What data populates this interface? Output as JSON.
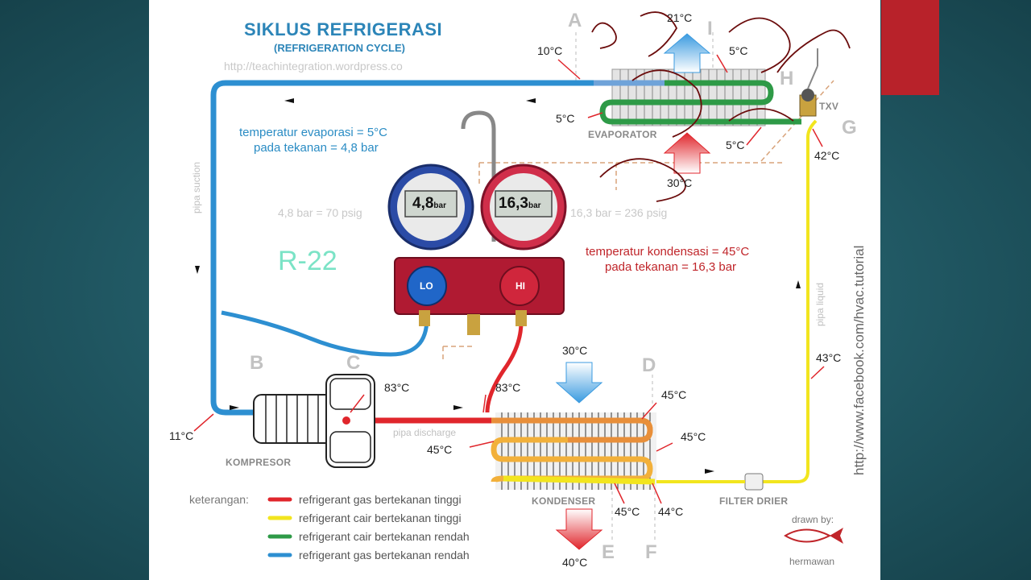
{
  "title": "SIKLUS REFRIGERASI",
  "subtitle": "(REFRIGERATION CYCLE)",
  "source_url": "http://teachintegration.wordpress.co",
  "evaporation_note": {
    "line1": "temperatur evaporasi = 5°C",
    "line2": "pada tekanan = 4,8 bar"
  },
  "condensation_note": {
    "line1": "temperatur kondensasi = 45°C",
    "line2": "pada tekanan = 16,3 bar"
  },
  "pressure_low": "4,8 bar = 70 psig",
  "pressure_high": "16,3 bar = 236 psig",
  "refrigerant": "R-22",
  "gauges": {
    "low_value": "4,8",
    "high_value": "16,3",
    "unit": "bar",
    "low_knob": "LO",
    "high_knob": "HI"
  },
  "points": {
    "A": "A",
    "B": "B",
    "C": "C",
    "D": "D",
    "E": "E",
    "F": "F",
    "G": "G",
    "H": "H",
    "I": "I"
  },
  "temperatures": {
    "air_in_evap": "21°C",
    "air_out_evap": "30°C",
    "evap_outlet": "10°C",
    "evap_inlet": "5°C",
    "evap_top": "5°C",
    "evap_bottom": "5°C",
    "txv_inlet": "42°C",
    "liquid_line": "43°C",
    "suction_comp": "11°C",
    "comp_discharge": "83°C",
    "discharge_line": "83°C",
    "cond_air_in": "30°C",
    "cond_air_out": "40°C",
    "cond_top": "45°C",
    "cond_mid": "45°C",
    "cond_left": "45°C",
    "cond_bottom_left": "45°C",
    "cond_bottom_right": "44°C"
  },
  "components": {
    "evaporator": "EVAPORATOR",
    "txv": "TXV",
    "compressor": "KOMPRESOR",
    "condenser": "KONDENSER",
    "filter": "FILTER DRIER"
  },
  "pipes": {
    "suction": "pipa suction",
    "discharge": "pipa discharge",
    "liquid": "pipa liquid"
  },
  "facebook": "http://www.facebook.com/hvac.tutorial",
  "legend": {
    "title": "keterangan:",
    "items": [
      {
        "label": "refrigerant gas bertekanan tinggi",
        "color": "#e0262c"
      },
      {
        "label": "refrigerant cair bertekanan tinggi",
        "color": "#f2e51e"
      },
      {
        "label": "refrigerant cair bertekanan rendah",
        "color": "#2e9a47"
      },
      {
        "label": "refrigerant gas bertekanan rendah",
        "color": "#2d8fd1"
      }
    ]
  },
  "credit": {
    "drawn_by": "drawn by:",
    "name": "hermawan"
  },
  "colors": {
    "pipe_high_gas": "#e0262c",
    "pipe_high_liquid": "#f2e51e",
    "pipe_low_liquid": "#2e9a47",
    "pipe_low_gas": "#2d8fd1",
    "title_blue": "#2c85b8",
    "background_teal": "#1f5560",
    "accent_red_bar": "#b8222a"
  }
}
